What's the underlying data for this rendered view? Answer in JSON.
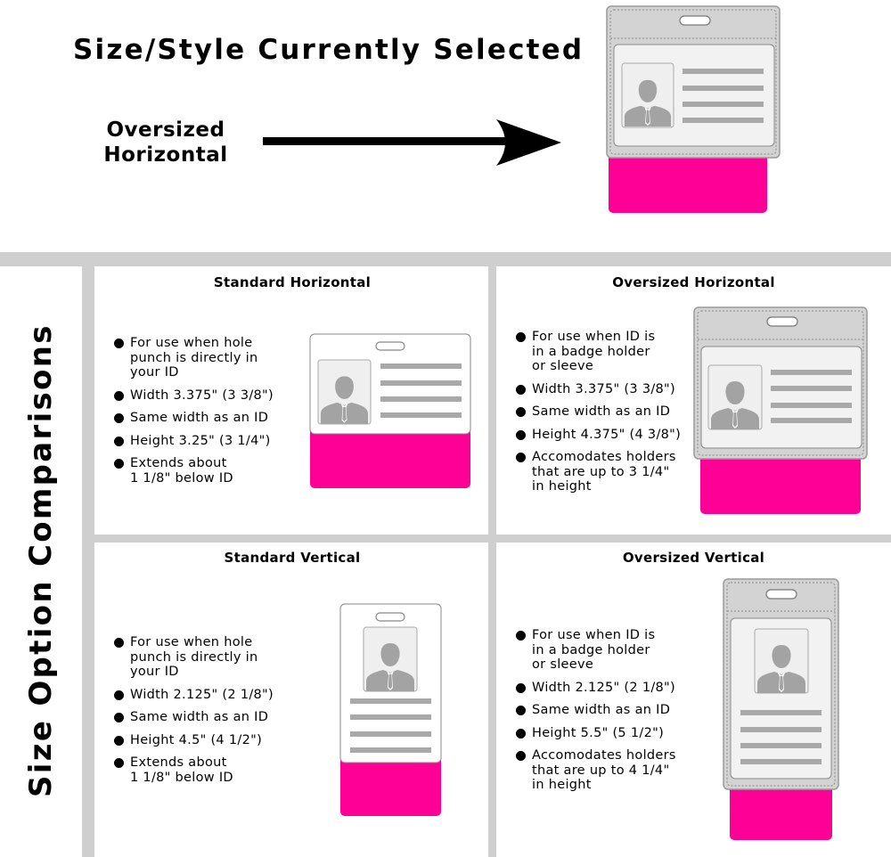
{
  "header": {
    "title": "Size/Style Currently Selected",
    "selected_line1": "Oversized",
    "selected_line2": "Horizontal"
  },
  "side_title": "Size Option Comparisons",
  "colors": {
    "magenta": "#ff0096",
    "holder_gray": "#d3d3d3",
    "grid_gray": "#cfcfcf",
    "card_fill": "#f2f2f2",
    "silhouette": "#a3a3a3"
  },
  "icons": [
    "arrow-right-icon",
    "badge-reel-holder-icon",
    "id-card-icon",
    "person-silhouette-icon"
  ],
  "options": [
    {
      "title": "Standard Horizontal",
      "features": [
        "For use when hole\npunch is directly in\nyour ID",
        "Width 3.375\" (3 3/8\")",
        "Same width as an ID",
        "Height 3.25\" (3 1/4\")",
        "Extends about\n1 1/8\" below ID"
      ]
    },
    {
      "title": "Oversized Horizontal",
      "features": [
        "For use when ID is\nin a badge holder\nor sleeve",
        "Width 3.375\" (3 3/8\")",
        "Same width as an ID",
        "Height 4.375\" (4 3/8\")",
        "Accomodates holders\nthat are up to 3 1/4\"\nin height"
      ]
    },
    {
      "title": "Standard Vertical",
      "features": [
        "For use when hole\npunch is directly in\nyour ID",
        "Width 2.125\" (2 1/8\")",
        "Same width as an ID",
        "Height 4.5\" (4 1/2\")",
        "Extends about\n1 1/8\" below ID"
      ]
    },
    {
      "title": "Oversized Vertical",
      "features": [
        "For use when ID is\nin a badge holder\nor sleeve",
        "Width 2.125\" (2 1/8\")",
        "Same width as an ID",
        "Height 5.5\" (5 1/2\")",
        "Accomodates holders\nthat are up to 4 1/4\"\nin height"
      ]
    }
  ]
}
